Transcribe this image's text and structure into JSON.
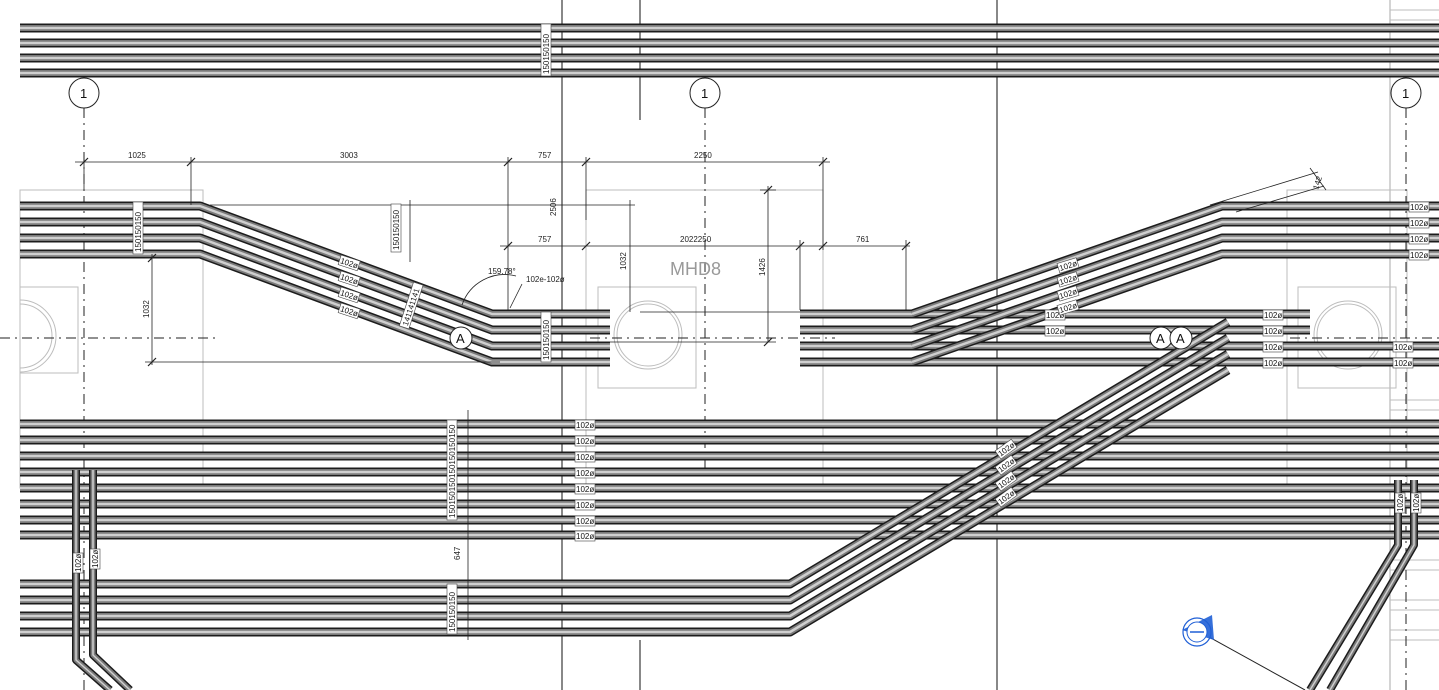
{
  "grid_label": "1",
  "room_label": "MHD8",
  "section_label": "A",
  "pipe_tag": "102ø",
  "pipe_tag_alt": "102e",
  "reducer_tag": "102e-102ø",
  "angle_label": "159.78°",
  "dims": {
    "d1025": "1025",
    "d3003": "3003",
    "d757a": "757",
    "d2250": "2250",
    "d757b": "757",
    "d2022250": "2022250",
    "d761": "761",
    "d2506": "2506",
    "d1032a": "1032",
    "d1032b": "1032",
    "d1426": "1426",
    "d142": "142",
    "d647": "647",
    "s150x3": "150150150",
    "s150x4": "150150150150",
    "s150x2": "150150",
    "s150x7": "150150150150150150150",
    "s141": "141141141"
  },
  "colors": {
    "pipe_dark": "#2b2b2b",
    "pipe_light": "#bdbdbd",
    "line": "#1a1a1a",
    "accent": "#1f5fd6"
  }
}
